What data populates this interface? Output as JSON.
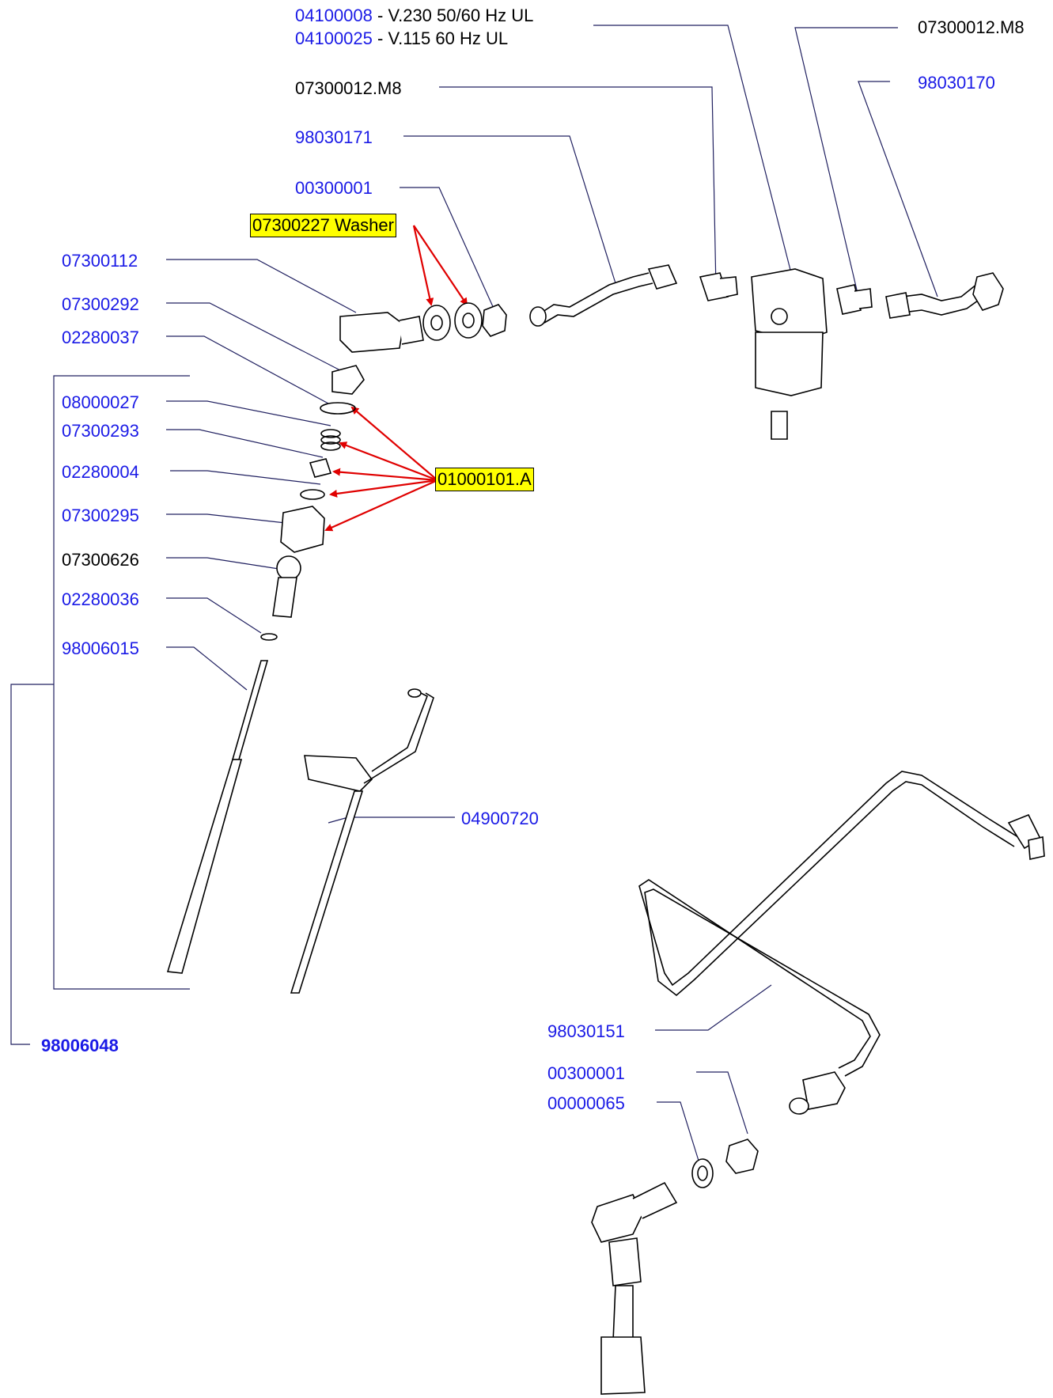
{
  "parts": {
    "p04100008": "04100008",
    "p04100008_desc": " - V.230 50/60 Hz UL",
    "p04100025": "04100025",
    "p04100025_desc": " - V.115 60 Hz UL",
    "p07300012_top": "07300012.M8",
    "p07300012_mid": "07300012.M8",
    "p98030170": "98030170",
    "p98030171": "98030171",
    "p00300001_top": "00300001",
    "p07300227": "07300227 Washer",
    "p07300112": "07300112",
    "p07300292": "07300292",
    "p02280037": "02280037",
    "p08000027": "08000027",
    "p07300293": "07300293",
    "p02280004": "02280004",
    "p01000101A": "01000101.A",
    "p07300295": "07300295",
    "p07300626": "07300626",
    "p02280036": "02280036",
    "p98006015": "98006015",
    "p04900720": "04900720",
    "p98006048": "98006048",
    "p98030151": "98030151",
    "p00300001_bot": "00300001",
    "p00000065": "00000065"
  },
  "colors": {
    "part_link": "#1a1ae6",
    "highlight": "#ffff00",
    "callout_arrow": "#e00000",
    "leader": "#000080"
  }
}
